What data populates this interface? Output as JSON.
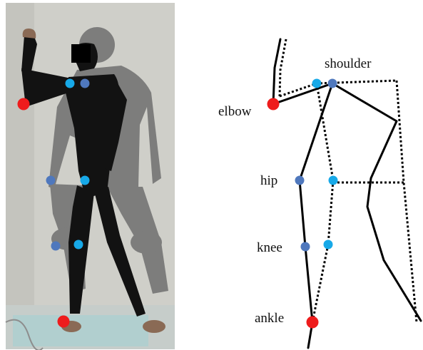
{
  "labels": {
    "shoulder": "shoulder",
    "elbow": "elbow",
    "hip": "hip",
    "knee": "knee",
    "ankle": "ankle"
  },
  "colors": {
    "marker_red": "#ee1c1c",
    "marker_dark_blue": "#4f78bd",
    "marker_light_blue": "#17a9e8",
    "skeleton_line": "#000000",
    "photo_background": "#cfcfc9",
    "photo_floor": "#b9c7c1",
    "body_suit": "#111111",
    "overlay_gray": "#6f6f6f",
    "face_mask": "#000000"
  },
  "panels": {
    "left": "photograph of a person in a black suit with a translucent overlay of the same person in a different pose; colored joint markers",
    "right": "stick-figure skeleton: solid lines for one pose, dotted lines for the other"
  }
}
